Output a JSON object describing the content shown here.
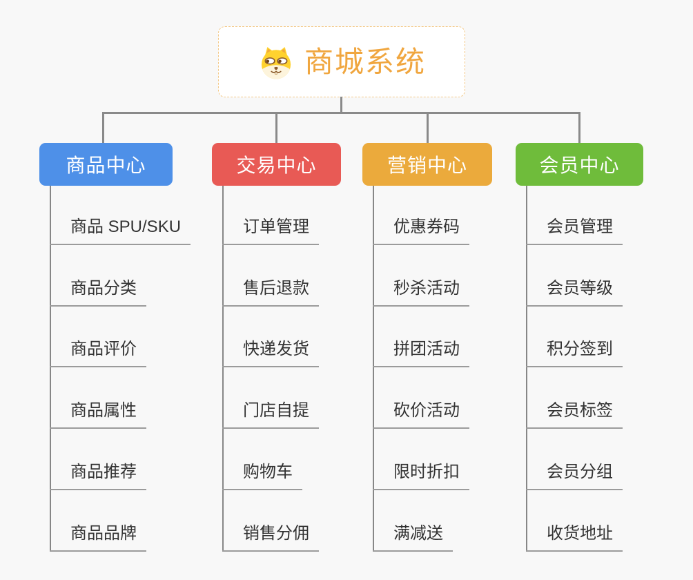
{
  "root": {
    "title": "商城系统",
    "title_color": "#F0A63F",
    "border_color": "#F3C988",
    "icon": "dog-icon"
  },
  "branches": [
    {
      "label": "商品中心",
      "color": "#4E90E8",
      "children": [
        "商品 SPU/SKU",
        "商品分类",
        "商品评价",
        "商品属性",
        "商品推荐",
        "商品品牌"
      ]
    },
    {
      "label": "交易中心",
      "color": "#E85A55",
      "children": [
        "订单管理",
        "售后退款",
        "快递发货",
        "门店自提",
        "购物车",
        "销售分佣"
      ]
    },
    {
      "label": "营销中心",
      "color": "#EBAA3C",
      "children": [
        "优惠券码",
        "秒杀活动",
        "拼团活动",
        "砍价活动",
        "限时折扣",
        "满减送"
      ]
    },
    {
      "label": "会员中心",
      "color": "#6FBC3B",
      "children": [
        "会员管理",
        "会员等级",
        "积分签到",
        "会员标签",
        "会员分组",
        "收货地址"
      ]
    }
  ],
  "connector_color": "#8A8A8A",
  "leaf_line_color": "#9B9B9B",
  "background_color": "#F8F8F8",
  "leaf_text_color": "#333333"
}
